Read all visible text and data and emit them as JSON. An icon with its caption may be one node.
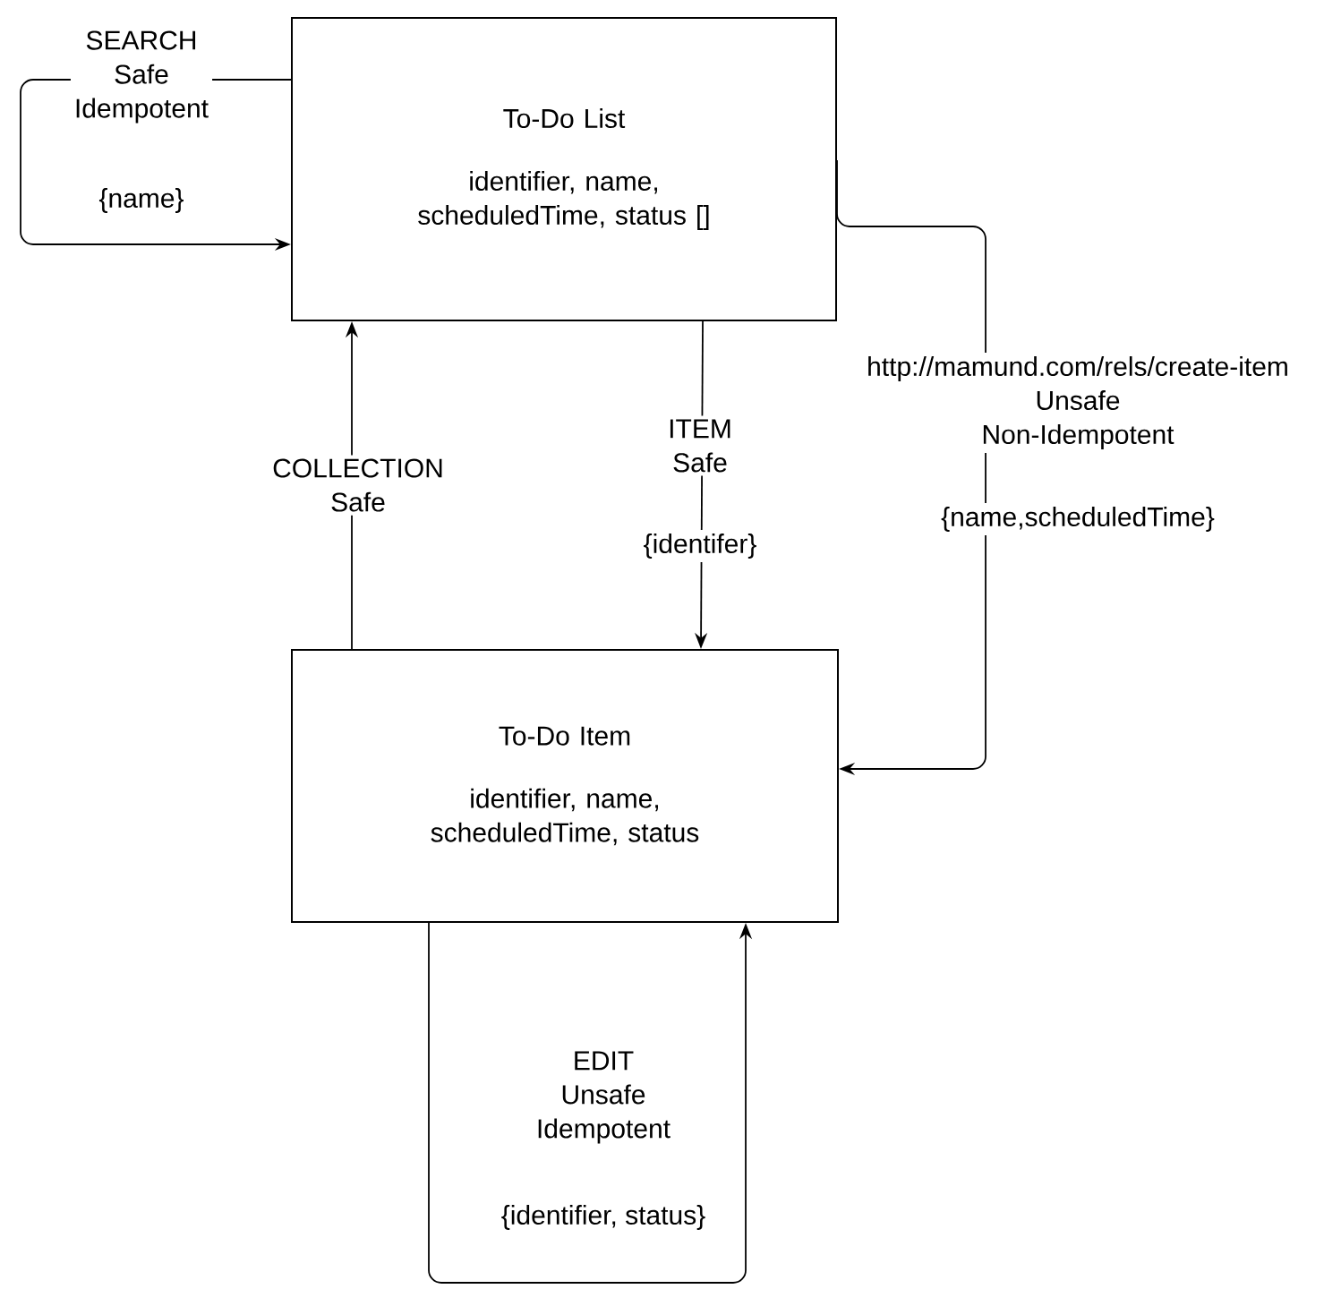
{
  "diagram": {
    "nodes": [
      {
        "text": [
          "To-Do List",
          "identifier, name, scheduledTime, status []"
        ]
      },
      {
        "text": [
          "To-Do Item",
          "identifier, name, scheduledTime, status"
        ]
      }
    ],
    "edges": [
      {
        "from": 0,
        "to": 0,
        "arrow": "to",
        "label": "SEARCH Safe Idempotent"
      },
      {
        "from": 1,
        "to": 0,
        "arrow": "to",
        "label": "COLLECTION Safe"
      },
      {
        "from": 0,
        "to": 1,
        "arrow": "to",
        "label": "ITEM Safe"
      },
      {
        "from": 0,
        "to": 1,
        "arrow": "to",
        "label": "http://mamund.com/rels/create-item Unsafe Non-Idempotent"
      },
      {
        "from": 1,
        "to": 1,
        "arrow": "to",
        "label": "EDIT Unsafe Idempotent"
      }
    ],
    "labels": [
      "{name}",
      "{identifer}",
      "{name,scheduledTime}",
      "{identifier, status}"
    ]
  }
}
